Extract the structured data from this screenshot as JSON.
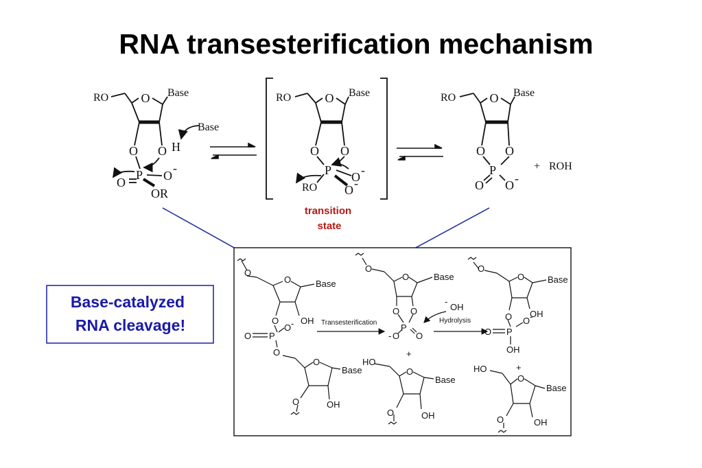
{
  "title": "RNA transesterification mechanism",
  "top": {
    "reactant": {
      "ro": "RO",
      "base": "Base",
      "ring_o": "O",
      "o2": "O",
      "o3": "O",
      "h": "H",
      "catalyst_base": "Base",
      "p": "P",
      "o_minus": "O",
      "minus": "-",
      "o_double": "O",
      "or": "OR"
    },
    "transition": {
      "ro": "RO",
      "base": "Base",
      "ring_o": "O",
      "o2": "O",
      "o3": "O",
      "p": "P",
      "o_minus_1": "O",
      "minus_1": "-",
      "o_minus_2": "O",
      "minus_2": "-",
      "ro_leaving": "RO"
    },
    "product": {
      "ro": "RO",
      "base": "Base",
      "ring_o": "O",
      "o2": "O",
      "o3": "O",
      "p": "P",
      "o_double": "O",
      "o_minus": "O",
      "minus": "-",
      "plus": "+",
      "roh": "ROH"
    },
    "ts_label_1": "transition",
    "ts_label_2": "state"
  },
  "callout": {
    "line1": "Base-catalyzed",
    "line2": "RNA cleavage!"
  },
  "detail": {
    "base": "Base",
    "o": "O",
    "oh": "OH",
    "ho": "HO",
    "p": "P",
    "minus": "-",
    "plus": "+",
    "transesterification": "Transesterification",
    "hydrolysis": "Hydrolysis"
  },
  "colors": {
    "title": "#000000",
    "transition_state": "#b51a16",
    "callout_text": "#1a1aa8",
    "callout_border": "#1a1aa8",
    "connector": "#2b3b9c",
    "stroke": "#111111"
  }
}
